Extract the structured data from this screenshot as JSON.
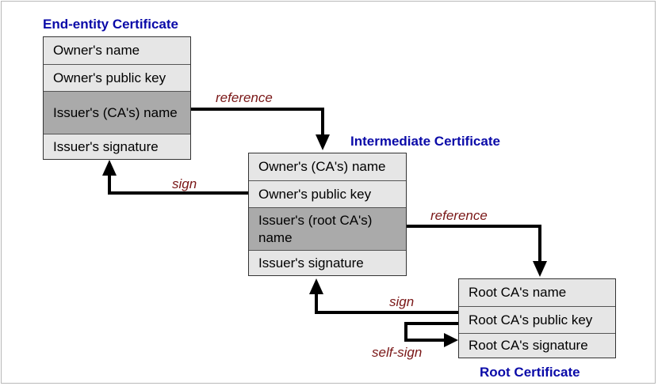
{
  "end_entity": {
    "title": "End-entity Certificate",
    "fields": [
      "Owner's name",
      "Owner's public key",
      "Issuer's (CA's) name",
      "Issuer's signature"
    ]
  },
  "intermediate": {
    "title": "Intermediate Certificate",
    "fields": [
      "Owner's (CA's) name",
      "Owner's public key",
      "Issuer's (root CA's) name",
      "Issuer's signature"
    ]
  },
  "root": {
    "title": "Root Certificate",
    "fields": [
      "Root CA's name",
      "Root CA's public key",
      "Root CA's signature"
    ]
  },
  "labels": {
    "reference_1": "reference",
    "sign_1": "sign",
    "reference_2": "reference",
    "sign_2": "sign",
    "self_sign": "self-sign"
  },
  "colors": {
    "title": "#0a0aa8",
    "label": "#7a1717",
    "field_light": "#e6e6e6",
    "field_dark": "#aaaaaa"
  }
}
